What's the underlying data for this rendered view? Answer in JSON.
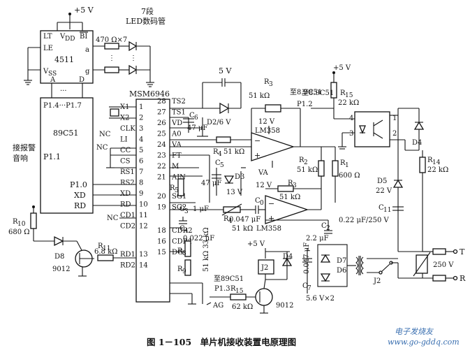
{
  "caption": "图 1－105　单片机接收装置电原理图",
  "watermark": "www.go-gddq.com",
  "watermark_cn": "电子发烧友",
  "decoder": {
    "name": "4511",
    "lt": "LT",
    "le": "LE",
    "bi": "BI",
    "vdd": "V",
    "vdd_sub": "DD",
    "vss": "V",
    "vss_sub": "SS",
    "a": "A",
    "d": "D",
    "out_a": "a",
    "out_g": "g",
    "dots": "···",
    "supply": "+5 V"
  },
  "led": {
    "title1": "7段",
    "title2": "LED数码管",
    "res": "470 Ω×7"
  },
  "mcu": {
    "name": "89C51",
    "p14": "P1.4···P1.7",
    "p11": "P1.1",
    "alarm1": "接报警",
    "alarm2": "音响",
    "p10": "P1.0",
    "xd": "XD",
    "rd": "RD"
  },
  "msm": {
    "name": "MSM6946",
    "left_pins": [
      "X1",
      "X2",
      "CLK",
      "LI",
      "CC",
      "CS",
      "RS1",
      "RS2",
      "XD",
      "RD",
      "CD1",
      "CD2",
      "RD1",
      "RD2"
    ],
    "left_nums": [
      "1",
      "2",
      "3",
      "4",
      "5",
      "6",
      "7",
      "8",
      "9",
      "10",
      "11",
      "12",
      "13",
      "14"
    ],
    "right_pins": [
      "TS2",
      "TS1",
      "VD",
      "A0",
      "VA",
      "FT",
      "M",
      "AIN",
      "SG1",
      "SG2",
      "CDR2",
      "CDR1",
      "DG"
    ],
    "right_nums": [
      "28",
      "27",
      "26",
      "25",
      "24",
      "23",
      "22",
      "21",
      "20",
      "19",
      "18",
      "16",
      "15"
    ],
    "nc": "NC"
  },
  "parts": {
    "c6": "C",
    "c6_sub": "6",
    "c6_val": "47 μF",
    "d2": "D2/6 V",
    "v5": "5 V",
    "r3": "R",
    "r3_sub": "3",
    "r3_val": "51 kΩ",
    "p12": "至8.9C51",
    "p12b": "P1.2",
    "v12a": "12 V",
    "lm1": "LM358",
    "r4a": "R",
    "r4a_sub": "4",
    "r4a_val": "51 kΩ",
    "va": "VA",
    "c5": "C",
    "c5_sub": "5",
    "d3": "D3",
    "v13": "13 V",
    "c5_val": "47 μF",
    "r2": "R",
    "r2_sub": "2",
    "r2_val": "51 kΩ",
    "r1": "R",
    "r1_sub": "1",
    "r1_val": "600 Ω",
    "v12b": "12 V",
    "r3b": "R",
    "r3b_sub": "3",
    "r3b_val": "51 kΩ",
    "r5": "R",
    "r5_sub": "5",
    "c3": "C",
    "c3_sub": "3",
    "c3_val": "1 μF",
    "c4": "C",
    "c4_sub": "4",
    "c4_val": "0.022 μF",
    "c0": "C",
    "c0_sub": "0",
    "r4b": "R",
    "r4b_sub": "4",
    "r4b_val": "51 kΩ",
    "c0_val": "0.047 μF",
    "lm2": "LM358",
    "c2": "C",
    "c2_sub": "2",
    "c2_val": "2.2 μF",
    "r8": "R",
    "r8_sub": "8",
    "r9": "R",
    "r9_sub": "9",
    "r89_val": "51 kΩ 33 kΩ",
    "r10": "R",
    "r10_sub": "10",
    "r10_val": "680 Ω",
    "d8": "D8",
    "q1": "9012",
    "r11": "R",
    "r11_sub": "11",
    "r11_val": "6.8 kΩ",
    "v5b": "+5 V",
    "j2": "J2",
    "d4b": "D4",
    "p13a": "至89C51",
    "p13b": "P1.3",
    "r15b": "R",
    "r15b_sub": "15",
    "r15b_val": "62 kΩ",
    "ag": "AG",
    "q2": "9012",
    "c7": "C",
    "c7_sub": "7",
    "c7_val": "0.047 μF",
    "d7": "D7",
    "d6": "D6",
    "zener": "5.6 V×2",
    "v5c": "+5 V",
    "p8a": "至8.9C51",
    "r15": "R",
    "r15_sub": "15",
    "r15_val": "22 kΩ",
    "opto_pins": [
      "4",
      "3",
      "1",
      "2"
    ],
    "d4": "D4",
    "r14": "R",
    "r14_sub": "14",
    "r14_val": "22 kΩ",
    "d5": "D5",
    "d5_val": "22 V",
    "c11": "C",
    "c11_sub": "11",
    "c11_val": "0.22 μF/250 V",
    "v250": "250 V",
    "j2b": "J2",
    "t": "T",
    "r": "R"
  }
}
